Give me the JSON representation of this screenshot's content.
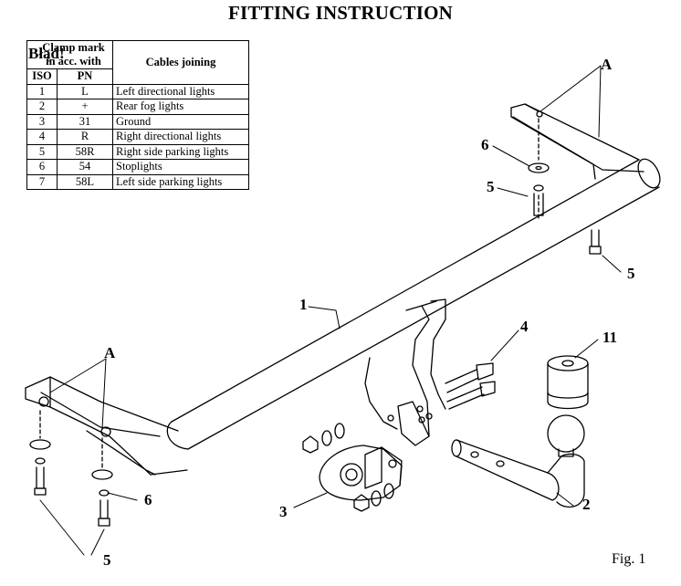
{
  "title": "FITTING INSTRUCTION",
  "table": {
    "header_clamp": "Clamp mark in acc. with",
    "header_cables": "Cables joining",
    "overlay_error_text": "Błąd!",
    "sub_iso": "ISO",
    "sub_pn": "PN",
    "rows": [
      {
        "iso": "1",
        "pn": "L",
        "desc": "Left directional lights"
      },
      {
        "iso": "2",
        "pn": "+",
        "desc": "Rear fog lights"
      },
      {
        "iso": "3",
        "pn": "31",
        "desc": "Ground"
      },
      {
        "iso": "4",
        "pn": "R",
        "desc": "Right directional lights"
      },
      {
        "iso": "5",
        "pn": "58R",
        "desc": "Right side parking lights"
      },
      {
        "iso": "6",
        "pn": "54",
        "desc": "Stoplights"
      },
      {
        "iso": "7",
        "pn": "58L",
        "desc": "Left side parking lights"
      }
    ]
  },
  "labels": {
    "a_top": "A",
    "a_left": "A",
    "n1": "1",
    "n2": "2",
    "n3": "3",
    "n4": "4",
    "n5_top": "5",
    "n5_right": "5",
    "n5_bottom": "5",
    "n6_top": "6",
    "n6_bottom": "6",
    "n11": "11"
  },
  "figure_caption": "Fig. 1"
}
